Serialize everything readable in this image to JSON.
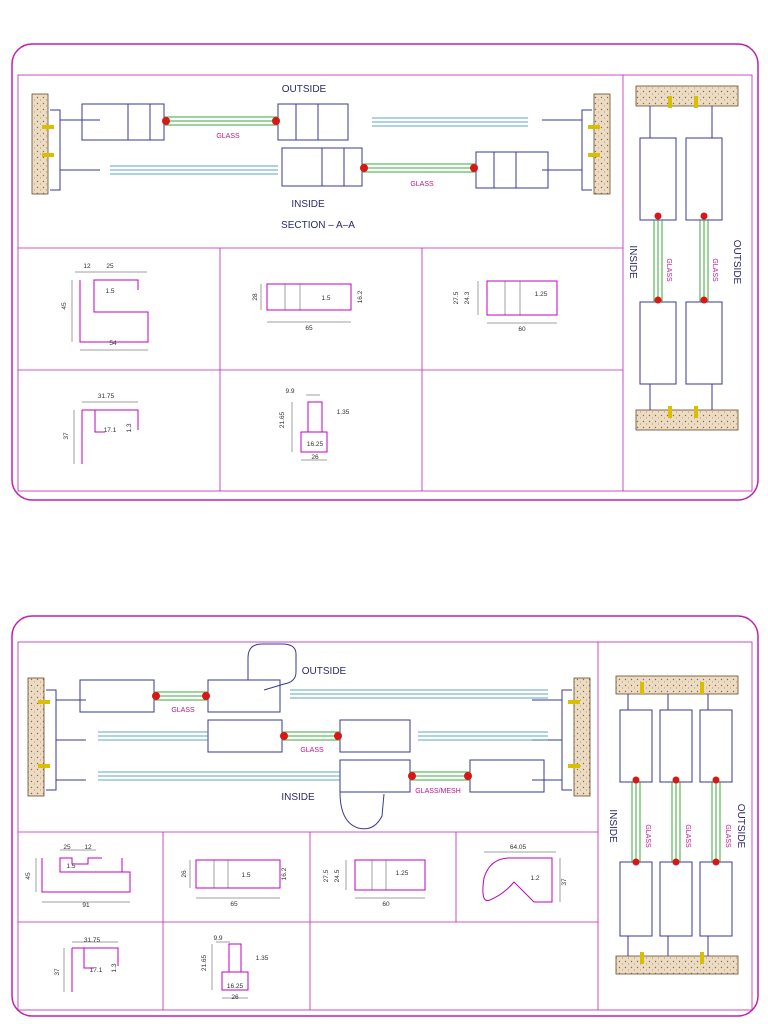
{
  "colors": {
    "border": "#c020b0",
    "profile": "#3a3a9a",
    "glass_green": "#3aa83a",
    "glass_teal": "#2a8aa0",
    "seal_red": "#d81818",
    "wall_fill": "#e8d8c0",
    "dimension": "#c000c0",
    "anchor_yellow": "#d8c000"
  },
  "sheet1": {
    "outside_label": "OUTSIDE",
    "inside_label": "INSIDE",
    "section_label": "SECTION  –  A–A",
    "glass_labels": [
      "GLASS",
      "GLASS"
    ],
    "side_outside": "OUTSIDE",
    "side_inside": "INSIDE",
    "side_glass": [
      "GLASS",
      "GLASS"
    ],
    "details": {
      "d1": {
        "dims": [
          "12",
          "25",
          "1.5",
          "45",
          "54"
        ]
      },
      "d2": {
        "dims": [
          "28",
          "1.5",
          "16.2",
          "65"
        ]
      },
      "d3": {
        "dims": [
          "27.5",
          "24.3",
          "1.25",
          "60"
        ]
      },
      "d4": {
        "dims": [
          "31.75",
          "37",
          "17.1",
          "1.3"
        ]
      },
      "d5": {
        "dims": [
          "9.9",
          "21.65",
          "1.35",
          "16.25",
          "26"
        ]
      }
    }
  },
  "sheet2": {
    "outside_label": "OUTSIDE",
    "inside_label": "INSIDE",
    "glass_labels": [
      "GLASS",
      "GLASS",
      "GLASS/MESH"
    ],
    "side_outside": "OUTSIDE",
    "side_inside": "INSIDE",
    "side_glass": [
      "GLASS",
      "GLASS",
      "GLASS"
    ],
    "details": {
      "d1": {
        "dims": [
          "25",
          "12",
          "1.5",
          "45",
          "91"
        ]
      },
      "d2": {
        "dims": [
          "26",
          "1.5",
          "16.2",
          "65"
        ]
      },
      "d3": {
        "dims": [
          "27.5",
          "24.5",
          "1.25",
          "60"
        ]
      },
      "d4": {
        "dims": [
          "64.05",
          "1.2",
          "37"
        ]
      },
      "d5": {
        "dims": [
          "31.75",
          "37",
          "17.1",
          "1.3"
        ]
      },
      "d6": {
        "dims": [
          "9.9",
          "21.65",
          "1.35",
          "16.25",
          "26"
        ]
      }
    }
  }
}
